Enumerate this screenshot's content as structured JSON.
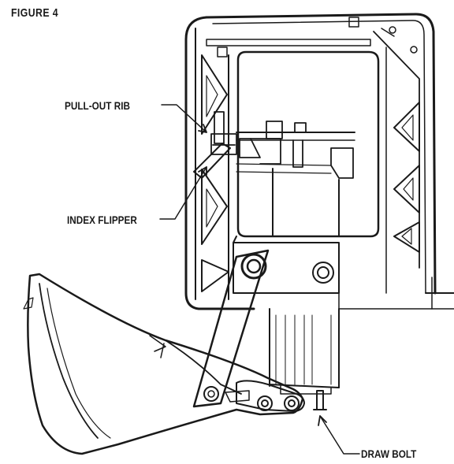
{
  "figure": {
    "title": "FIGURE 4"
  },
  "callouts": {
    "pull_out_rib": "PULL-OUT RIB",
    "index_flipper": "INDEX FLIPPER",
    "draw_bolt": "DRAW BOLT"
  },
  "colors": {
    "line": "#1a1a1a",
    "background": "#ffffff"
  }
}
